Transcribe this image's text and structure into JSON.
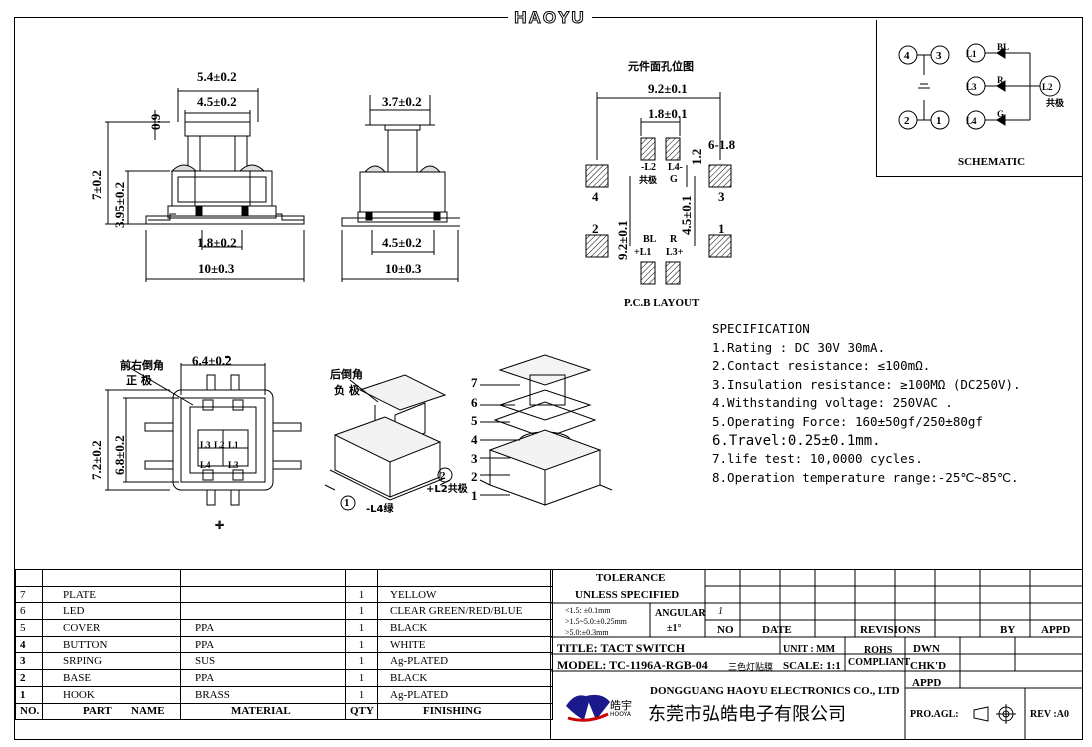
{
  "brand": {
    "logo": "HAOYU",
    "company_en": "DONGGUANG HAOYU ELECTRONICS CO., LTD",
    "company_cn": "东莞市弘皓电子有限公司",
    "logo_cn": "皓宇",
    "logo_en": "HOOYA"
  },
  "views": {
    "front": {
      "d1": "5.4±0.2",
      "d2": "4.5±0.2",
      "d3": "0.9",
      "d4": "7±0.2",
      "d5": "3.95±0.2",
      "d6": "1.8±0.2",
      "d7": "10±0.3"
    },
    "side": {
      "d1": "3.7±0.2",
      "d2": "4.5±0.2",
      "d3": "10±0.3"
    },
    "top": {
      "d1": "6.4±0.2",
      "d2": "7.2±0.2",
      "d3": "6.8±0.2",
      "note1": "前右倒角",
      "note2": "正 极",
      "pads": [
        "L3",
        "L2",
        "L1",
        "L4",
        "L3"
      ]
    },
    "iso": {
      "note1": "后倒角",
      "note2": "负 极",
      "label_a": "-L4绿",
      "label_b": "+L2共极",
      "n1": "1",
      "n2": "2"
    },
    "exploded": {
      "numbers": [
        "7",
        "6",
        "5",
        "4",
        "3",
        "2",
        "1"
      ]
    }
  },
  "pcb": {
    "title_cn": "元件面孔位图",
    "d1": "9.2±0.1",
    "d2": "1.8±0.1",
    "d3": "6-1.8",
    "d4": "1.2",
    "d5": "9.2±0.1",
    "d6": "4.5±0.1",
    "labels": {
      "L2": "-L2",
      "L2cn": "共极",
      "L4": "L4-",
      "G": "G",
      "R": "R",
      "B": "BL",
      "L1": "+L1",
      "L3": "L3+"
    },
    "pad_nums": [
      "4",
      "3",
      "2",
      "1"
    ],
    "caption": "P.C.B LAYOUT"
  },
  "schematic": {
    "title": "SCHEMATIC",
    "nodes": [
      "4",
      "3",
      "2",
      "1"
    ],
    "leds": [
      {
        "pin": "L1",
        "color": "BL"
      },
      {
        "pin": "L3",
        "color": "R"
      },
      {
        "pin": "L4",
        "color": "G"
      }
    ],
    "common": "L2",
    "common_cn": "共极"
  },
  "specification": {
    "title": "SPECIFICATION",
    "items": [
      "1.Rating : DC 30V 30mA.",
      "2.Contact resistance: ≤100mΩ.",
      "3.Insulation resistance: ≥100MΩ  (DC250V).",
      "4.Withstanding voltage: 250VAC .",
      "5.Operating Force: 160±50gf/250±80gf",
      "6.Travel:0.25±0.1mm.",
      "7.life test: 10,0000 cycles.",
      "8.Operation temperature range:-25℃~85℃."
    ]
  },
  "bom": {
    "rows": [
      {
        "no": "7",
        "part": "PLATE",
        "material": "",
        "qty": "1",
        "finishing": "YELLOW"
      },
      {
        "no": "6",
        "part": "LED",
        "material": "",
        "qty": "1",
        "finishing": "CLEAR GREEN/RED/BLUE"
      },
      {
        "no": "5",
        "part": "COVER",
        "material": "PPA",
        "qty": "1",
        "finishing": "BLACK"
      },
      {
        "no": "4",
        "part": "BUTTON",
        "material": "PPA",
        "qty": "1",
        "finishing": "WHITE"
      },
      {
        "no": "3",
        "part": "SRPING",
        "material": "SUS",
        "qty": "1",
        "finishing": "Ag-PLATED"
      },
      {
        "no": "2",
        "part": "BASE",
        "material": "PPA",
        "qty": "1",
        "finishing": "BLACK"
      },
      {
        "no": "1",
        "part": "HOOK",
        "material": "BRASS",
        "qty": "1",
        "finishing": "Ag-PLATED"
      }
    ],
    "headers": {
      "no": "NO.",
      "part": "PART",
      "name": "NAME",
      "material": "MATERIAL",
      "qty": "QTY",
      "finishing": "FINISHING"
    }
  },
  "titleblock": {
    "tolerance": "TOLERANCE",
    "unless": "UNLESS   SPECIFIED",
    "tol1": "<1.5: ±0.1mm",
    "tol2": ">1.5~5.0:±0.25mm",
    "tol3": ">5.0:±0.3mm",
    "angular": "ANGULAR",
    "angular_val": "±1°",
    "rev_row": "1",
    "no": "NO",
    "date": "DATE",
    "revisions": "REVISIONS",
    "by": "BY",
    "appd": "APPD",
    "title": "TITLE:  TACT  SWITCH",
    "unit": "UNIT : MM",
    "rohs": "ROHS",
    "compliant": "COMPLIANT",
    "dwn": "DWN",
    "model": "MODEL:  TC-1196A-RGB-04",
    "model_cn": "三色灯贴膜",
    "scale": "SCALE:  1:1",
    "chkd": "CHK'D",
    "appd2": "APPD",
    "proagl": "PRO.AGL:",
    "rev": "REV  :A0"
  }
}
